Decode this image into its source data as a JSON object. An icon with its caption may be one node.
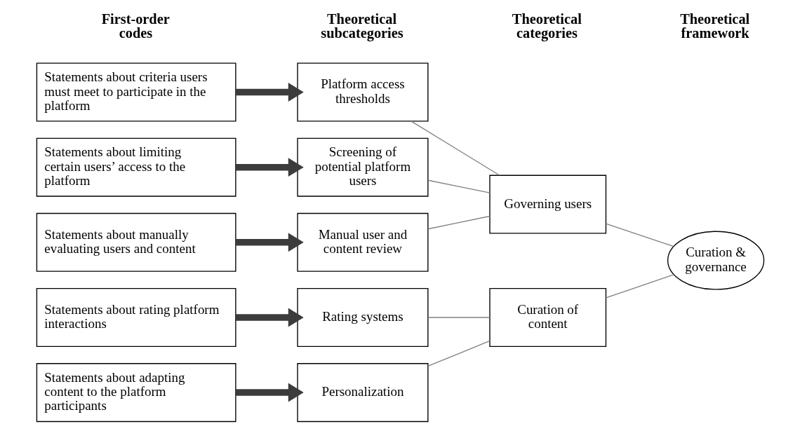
{
  "diagram": {
    "nodes": [
      {
        "text": [
          "Statements about criteria users must meet to participate in the platform"
        ]
      },
      {
        "text": [
          "Statements about limiting certain users’ access to the platform"
        ]
      },
      {
        "text": [
          "Statements about manually evaluating users and content"
        ]
      },
      {
        "text": [
          "Statements about rating platform interactions"
        ]
      },
      {
        "text": [
          "Statements about adapting content to the platform participants"
        ]
      },
      {
        "text": [
          "Platform access thresholds"
        ]
      },
      {
        "text": [
          "Screening of potential platform users"
        ]
      },
      {
        "text": [
          "Manual user and content review"
        ]
      },
      {
        "text": [
          "Rating systems"
        ]
      },
      {
        "text": [
          "Personalization"
        ]
      },
      {
        "text": [
          "Governing users"
        ]
      },
      {
        "text": [
          "Curation of content"
        ]
      },
      {
        "text": [
          "Curation & governance"
        ]
      }
    ],
    "edges": [
      {
        "from": 0,
        "to": 5,
        "arrow": "to",
        "style": "thick",
        "color": "#3c3c3c"
      },
      {
        "from": 1,
        "to": 6,
        "arrow": "to",
        "style": "thick",
        "color": "#3c3c3c"
      },
      {
        "from": 2,
        "to": 7,
        "arrow": "to",
        "style": "thick",
        "color": "#3c3c3c"
      },
      {
        "from": 3,
        "to": 8,
        "arrow": "to",
        "style": "thick",
        "color": "#3c3c3c"
      },
      {
        "from": 4,
        "to": 9,
        "arrow": "to",
        "style": "thick",
        "color": "#3c3c3c"
      },
      {
        "from": 5,
        "to": 10,
        "arrow": "none"
      },
      {
        "from": 6,
        "to": 10,
        "arrow": "none"
      },
      {
        "from": 7,
        "to": 10,
        "arrow": "none"
      },
      {
        "from": 8,
        "to": 11,
        "arrow": "none"
      },
      {
        "from": 9,
        "to": 11,
        "arrow": "none"
      },
      {
        "from": 10,
        "to": 12,
        "arrow": "none"
      },
      {
        "from": 11,
        "to": 12,
        "arrow": "none"
      }
    ],
    "labels": [
      "First-order codes",
      "Theoretical subcategories",
      "Theoretical categories",
      "Theoretical framework"
    ]
  }
}
